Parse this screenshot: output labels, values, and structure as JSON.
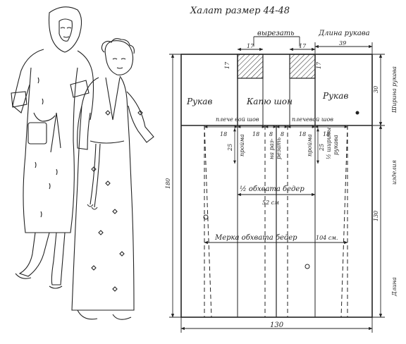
{
  "pattern": {
    "title": "Халат размер 44-48",
    "labels": {
      "cut_out": "вырезать",
      "sleeve_length": "Длина рукава",
      "sleeve_width": "Ширина рукава",
      "sleeve_left": "Рукав",
      "hood": "Капю шон",
      "sleeve_right": "Рукав",
      "shoulder_seam_left": "плече вой шов",
      "shoulder_seam_right": "плечевой шов",
      "armhole_left": "пройма",
      "armhole_right": "пройма",
      "cut_along": "на раз-",
      "cut_along_2": "резать",
      "half_sleeve_width": "½ ширины",
      "half_sleeve_width_2": "рукава",
      "half_hip": "½ обхвата бедер",
      "hip_measure": "Мерка обхвата бедер",
      "product_length_top": "изделия",
      "product_length_bottom": "Длина"
    },
    "dims": {
      "cut_w_left": "17",
      "cut_w_right": "17",
      "sleeve_len": "39",
      "cut_h_left": "17",
      "cut_h_right": "17",
      "sleeve_w": "30",
      "d18a": "18",
      "d18b": "18",
      "d8a": "8",
      "d8b": "8",
      "d18c": "18",
      "d18d": "18",
      "d25a": "25",
      "d25b": "25",
      "half_hip_val": "52 см",
      "hip_val": "104 см.",
      "total_h": "180",
      "body_h": "130",
      "total_w": "130"
    }
  }
}
